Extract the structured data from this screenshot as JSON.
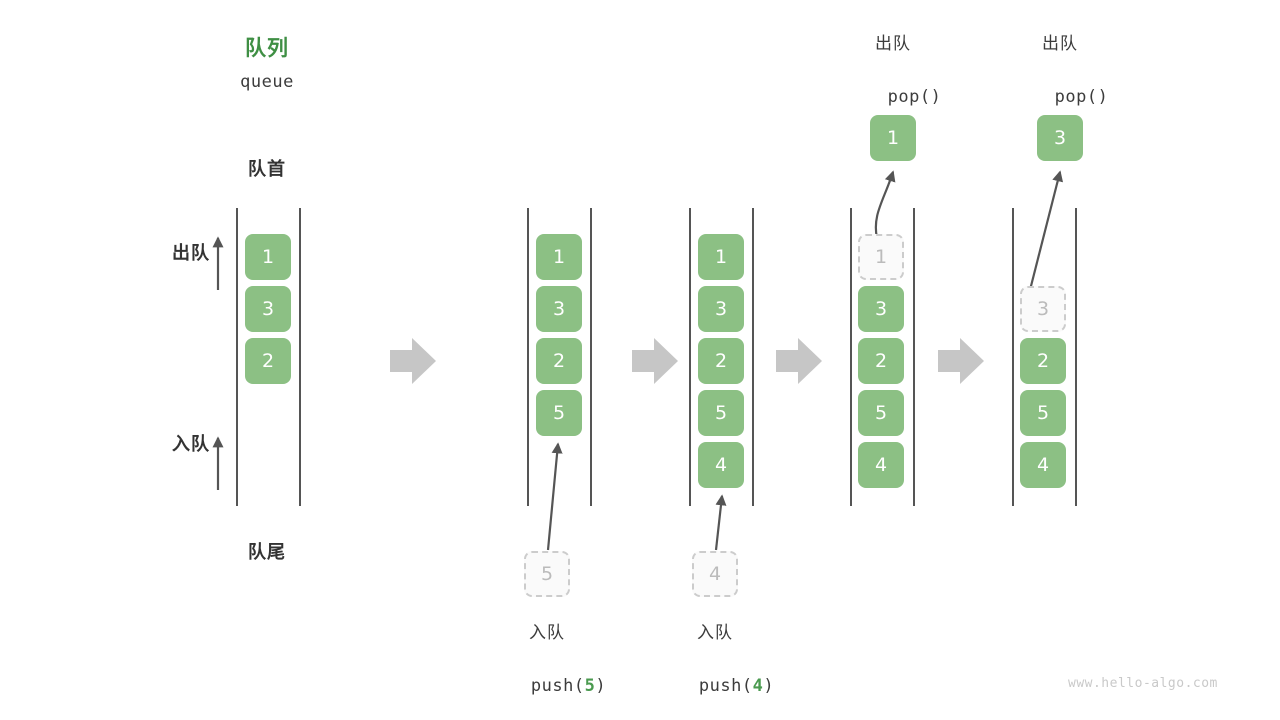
{
  "diagram": {
    "title_cn": "队列",
    "title_en": "queue",
    "head_label": "队首",
    "tail_label": "队尾",
    "dequeue_label": "出队",
    "enqueue_label": "入队",
    "watermark": "www.hello-algo.com",
    "colors": {
      "cell_fill": "#8cc084",
      "cell_text": "#ffffff",
      "ghost_fill": "#fafafa",
      "ghost_border": "#cccccc",
      "ghost_text": "#bbbbbb",
      "title_green": "#3f8f44",
      "accent_green": "#4a9a4f",
      "rail": "#555555",
      "arrow_gray": "#555555",
      "step_arrow": "#c6c6c6",
      "text": "#3c3c3c",
      "watermark": "#c9c9c9"
    }
  },
  "steps": [
    {
      "id": "initial",
      "cells": [
        "1",
        "3",
        "2"
      ],
      "ghost_top": null,
      "ghost_bottom": null,
      "popped": null,
      "op_cn": null,
      "op_code": null,
      "op_arg": null
    },
    {
      "id": "push-5",
      "cells": [
        "1",
        "3",
        "2",
        "5"
      ],
      "ghost_top": null,
      "ghost_bottom": "5",
      "popped": null,
      "op_cn": "入队",
      "op_code_prefix": "push(",
      "op_arg": "5",
      "op_code_suffix": ")"
    },
    {
      "id": "push-4",
      "cells": [
        "1",
        "3",
        "2",
        "5",
        "4"
      ],
      "ghost_top": null,
      "ghost_bottom": "4",
      "popped": null,
      "op_cn": "入队",
      "op_code_prefix": "push(",
      "op_arg": "4",
      "op_code_suffix": ")"
    },
    {
      "id": "pop-1",
      "cells": [
        "3",
        "2",
        "5",
        "4"
      ],
      "ghost_top": "1",
      "ghost_bottom": null,
      "popped": "1",
      "op_cn": "出队",
      "op_code_prefix": "pop(",
      "op_arg": "",
      "op_code_suffix": ")"
    },
    {
      "id": "pop-3",
      "cells": [
        "2",
        "5",
        "4"
      ],
      "ghost_top": "3",
      "ghost_bottom": null,
      "popped": "3",
      "op_cn": "出队",
      "op_code_prefix": "pop(",
      "op_arg": "",
      "op_code_suffix": ")"
    }
  ]
}
